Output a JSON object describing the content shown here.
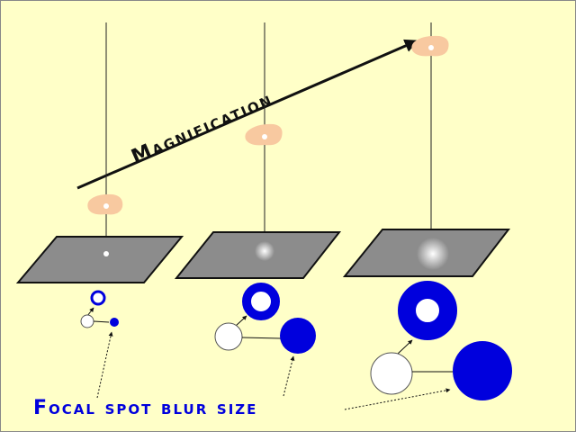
{
  "labels": {
    "magnification": "Magnification",
    "focal_spot_blur": "Focal spot blur size"
  },
  "colors": {
    "background": "#ffffc8",
    "blur_blue": "#0000dd",
    "object_skin": "#f8c9a0",
    "detector_gray": "#8c8c8c",
    "arrow": "#111111"
  },
  "icons": [
    "object-icon",
    "detector-plate",
    "blur-ring-icon",
    "focal-spot-icon",
    "projection-arrow"
  ]
}
